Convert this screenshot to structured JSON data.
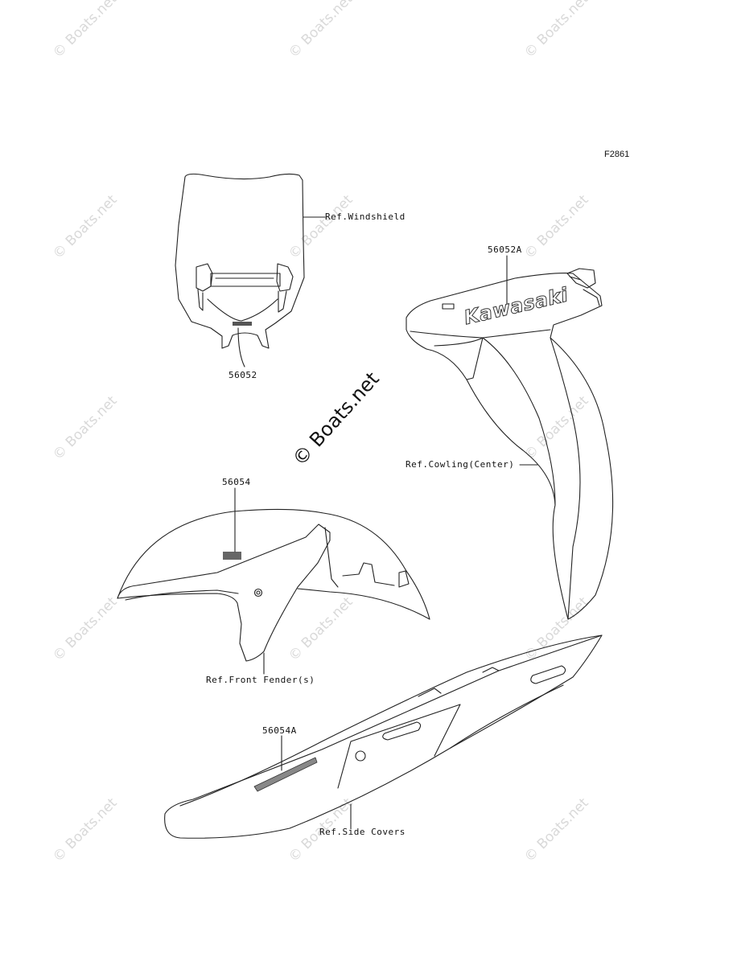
{
  "figure_id": "F2861",
  "watermark": "© Boats.net",
  "center_watermark": "© Boats.net",
  "labels": {
    "windshield_ref": "Ref.Windshield",
    "part_56052": "56052",
    "part_56052A": "56052A",
    "cowling_ref": "Ref.Cowling(Center)",
    "part_56054": "56054",
    "fender_ref": "Ref.Front Fender(s)",
    "part_56054A": "56054A",
    "side_covers_ref": "Ref.Side Covers"
  },
  "decal_text": {
    "kawasaki": "Kawasaki"
  }
}
